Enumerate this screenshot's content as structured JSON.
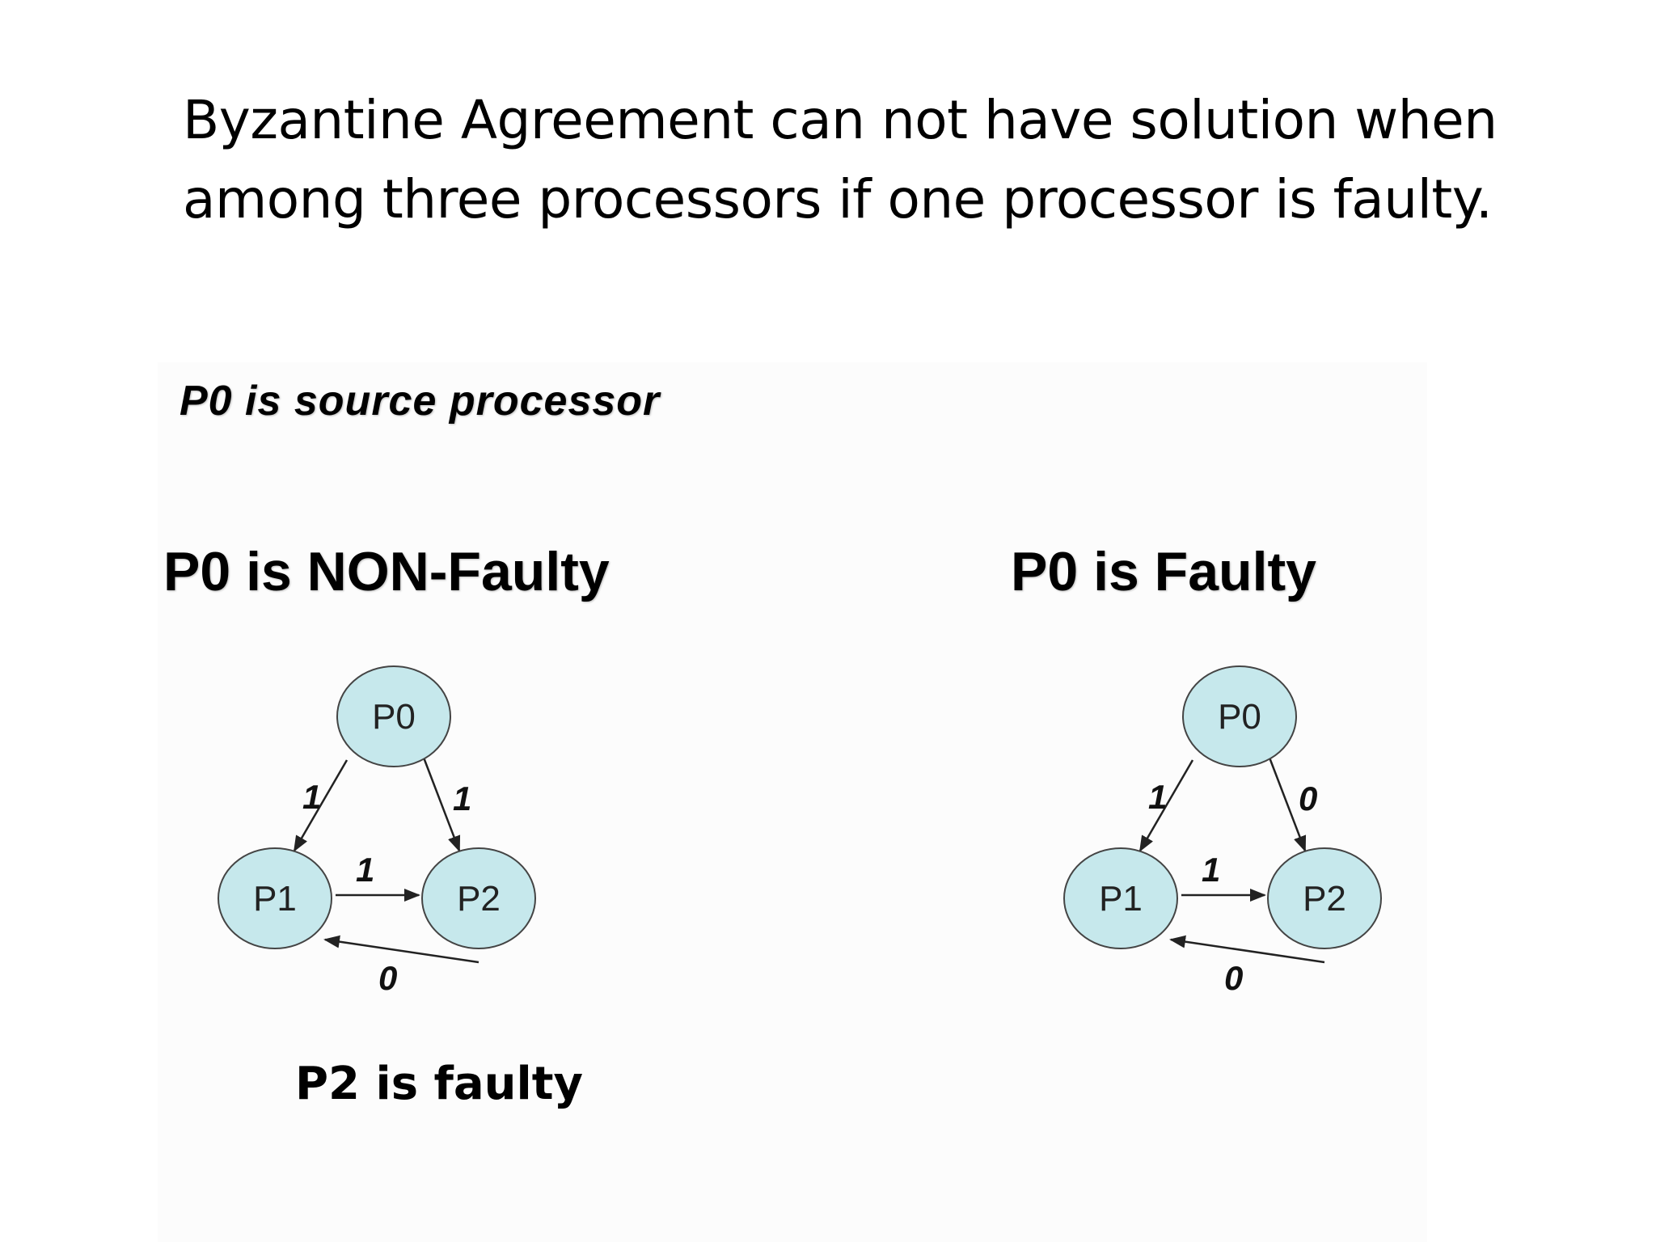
{
  "title_lines": [
    "Byzantine Agreement can not have solution when",
    "among three processors if one processor is faulty."
  ],
  "source_note": "P0 is source processor",
  "scenarios": [
    {
      "title": "P0 is NON-Faulty",
      "nodes": {
        "top": "P0",
        "left": "P1",
        "right": "P2"
      },
      "edges": {
        "p0_to_p1": "1",
        "p0_to_p2": "1",
        "p1_to_p2": "1",
        "p2_to_p1": "0"
      }
    },
    {
      "title": "P0 is Faulty",
      "nodes": {
        "top": "P0",
        "left": "P1",
        "right": "P2"
      },
      "edges": {
        "p0_to_p1": "1",
        "p0_to_p2": "0",
        "p1_to_p2": "1",
        "p2_to_p1": "0"
      }
    }
  ],
  "footnote": "P2 is faulty",
  "colors": {
    "node_fill": "#c6e8ec",
    "node_stroke": "#444444",
    "edge": "#222222"
  }
}
